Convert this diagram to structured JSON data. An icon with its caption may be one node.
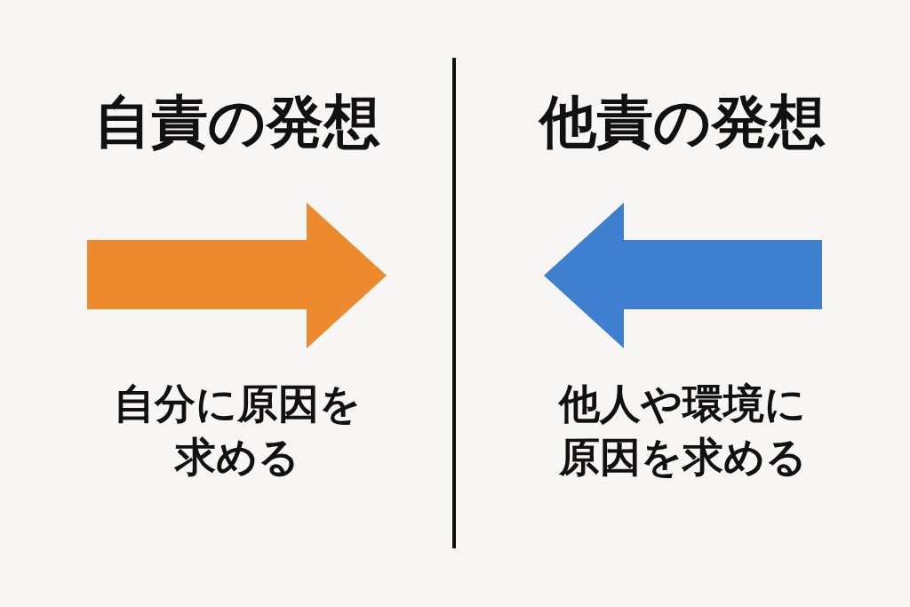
{
  "diagram": {
    "labels": [
      "自責の発想",
      "他責の発想",
      "自分に原因を求める",
      "他人や環境に原因を求める"
    ]
  }
}
